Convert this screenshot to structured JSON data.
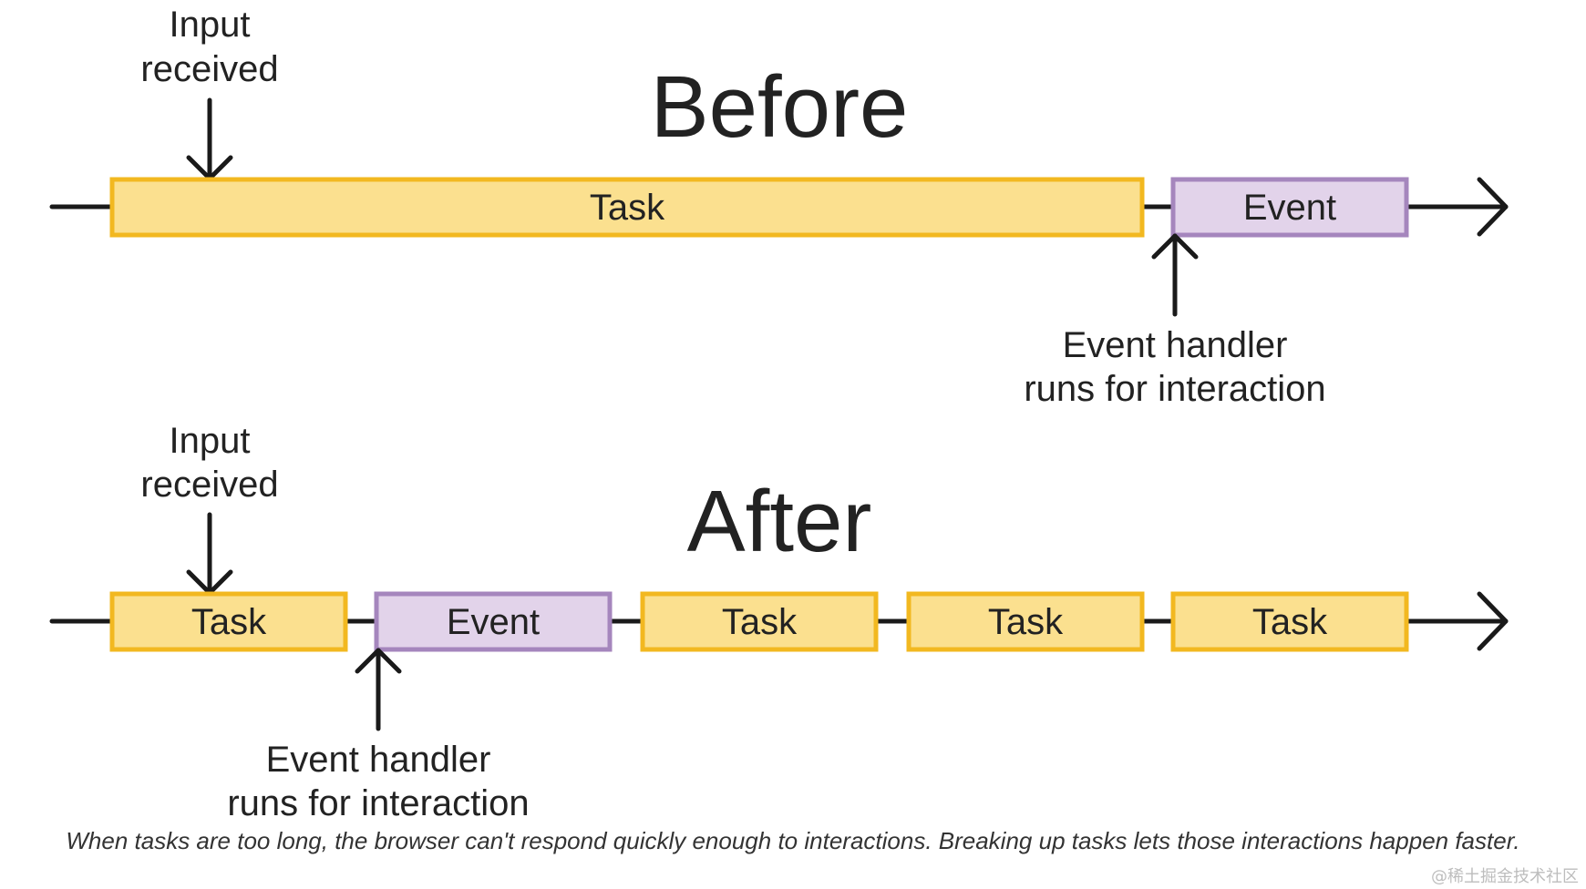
{
  "before": {
    "heading": "Before",
    "input_label": [
      "Input",
      "received"
    ],
    "handler_label": [
      "Event handler",
      "runs for interaction"
    ],
    "blocks": [
      {
        "kind": "task",
        "label": "Task"
      },
      {
        "kind": "event",
        "label": "Event"
      }
    ]
  },
  "after": {
    "heading": "After",
    "input_label": [
      "Input",
      "received"
    ],
    "handler_label": [
      "Event handler",
      "runs for interaction"
    ],
    "blocks": [
      {
        "kind": "task",
        "label": "Task"
      },
      {
        "kind": "event",
        "label": "Event"
      },
      {
        "kind": "task",
        "label": "Task"
      },
      {
        "kind": "task",
        "label": "Task"
      },
      {
        "kind": "task",
        "label": "Task"
      }
    ]
  },
  "caption": "When tasks are too long, the browser can't respond quickly enough to interactions. Breaking up tasks lets those interactions happen faster.",
  "watermark": "@稀土掘金技术社区",
  "colors": {
    "task_fill": "#fbe08f",
    "task_border": "#f2b820",
    "event_fill": "#e2d3ea",
    "event_border": "#a586bd",
    "line": "#1a1a1a"
  }
}
